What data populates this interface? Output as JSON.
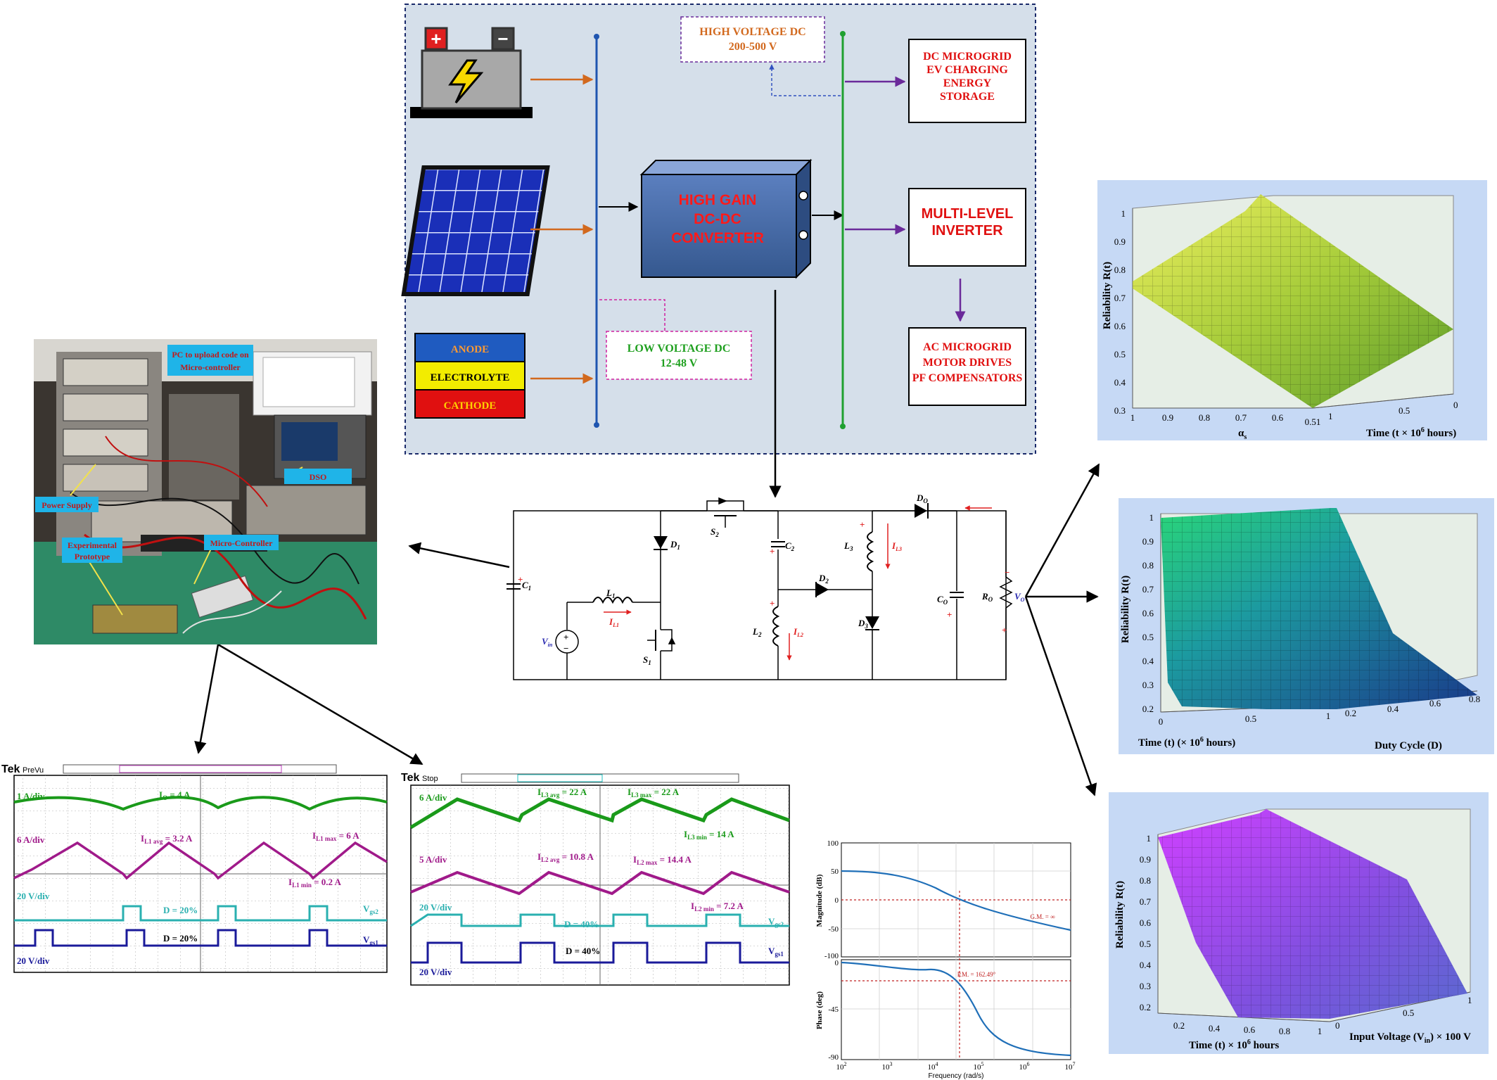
{
  "block_diagram": {
    "high_voltage_dc": {
      "line1": "HIGH VOLTAGE DC",
      "line2": "200-500 V"
    },
    "low_voltage_dc": {
      "line1": "LOW VOLTAGE DC",
      "line2": "12-48 V"
    },
    "converter": {
      "line1": "HIGH GAIN",
      "line2": "DC-DC",
      "line3": "CONVERTER"
    },
    "dc_microgrid": {
      "line1": "DC MICROGRID",
      "line2": "EV CHARGING",
      "line3": "ENERGY",
      "line4": "STORAGE"
    },
    "inverter": {
      "line1": "MULTI-LEVEL",
      "line2": "INVERTER"
    },
    "ac_microgrid": {
      "line1": "AC MICROGRID",
      "line2": "MOTOR DRIVES",
      "line3": "PF COMPENSATORS"
    },
    "fuel_cell": {
      "anode": "ANODE",
      "electrolyte": "ELECTROLYTE",
      "cathode": "CATHODE"
    },
    "battery": {
      "plus": "+",
      "minus": "−"
    }
  },
  "circuit": {
    "c1": "C",
    "c1_sub": "1",
    "l1": "L",
    "l1_sub": "1",
    "il1": "I",
    "il1_sub": "L1",
    "vin": "V",
    "vin_sub": "in",
    "s1": "S",
    "s1_sub": "1",
    "d1": "D",
    "d1_sub": "1",
    "s2": "S",
    "s2_sub": "2",
    "c2": "C",
    "c2_sub": "2",
    "l2": "L",
    "l2_sub": "2",
    "il2": "I",
    "il2_sub": "L2",
    "d2": "D",
    "d2_sub": "2",
    "l3": "L",
    "l3_sub": "3",
    "il3": "I",
    "il3_sub": "L3",
    "d3": "D",
    "d3_sub": "3",
    "do": "D",
    "do_sub": "O",
    "co": "C",
    "co_sub": "O",
    "ro": "R",
    "ro_sub": "O",
    "vo": "V",
    "vo_sub": "O",
    "plus": "+",
    "minus": "−"
  },
  "photo": {
    "pc_label_line1": "PC to upload code on",
    "pc_label_line2": "Micro-controller",
    "dso": "DSO",
    "power_supply": "Power Supply",
    "proto_line1": "Experimental",
    "proto_line2": "Prototype",
    "micro": "Micro-Controller"
  },
  "reliability_plots": [
    {
      "zlabel": "Reliability R(t)",
      "ticks_z": [
        "1",
        "0.9",
        "0.8",
        "0.7",
        "0.6",
        "0.5",
        "0.4",
        "0.3"
      ],
      "ticks_x": [
        "1",
        "0.9",
        "0.8",
        "0.7",
        "0.6",
        "0.51"
      ],
      "xlabel": "α",
      "xlabel_sub": "s",
      "ticks_y": [
        "1",
        "0.5",
        "0"
      ],
      "ylabel": "Time  (t × 10",
      "ylabel_sup": "6",
      "ylabel_end": " hours)"
    },
    {
      "zlabel": "Reliability R(t)",
      "ticks_z": [
        "1",
        "0.9",
        "0.8",
        "0.7",
        "0.6",
        "0.5",
        "0.4",
        "0.3",
        "0.2"
      ],
      "ticks_x": [
        "0",
        "0.5",
        "1"
      ],
      "xlabel": "Time (t) (× 10",
      "xlabel_sup": "6",
      "xlabel_end": " hours)",
      "ticks_y": [
        "0.2",
        "0.4",
        "0.6",
        "0.8"
      ],
      "ylabel": "Duty Cycle (D)"
    },
    {
      "zlabel": "Reliability R(t)",
      "ticks_z": [
        "1",
        "0.9",
        "0.8",
        "0.7",
        "0.6",
        "0.5",
        "0.4",
        "0.3",
        "0.2"
      ],
      "ticks_x": [
        "0.2",
        "0.4",
        "0.6",
        "0.8",
        "1"
      ],
      "xlabel": "Time (t) × 10",
      "xlabel_sup": "6",
      "xlabel_end": " hours",
      "ticks_y": [
        "0",
        "0.5",
        "1"
      ],
      "ylabel": "Input Voltage (V",
      "ylabel_sub": "in",
      "ylabel_end": ") × 100 V"
    }
  ],
  "scope1": {
    "brand": "Tek",
    "mode": "PreVu",
    "ch1": "1 A/div",
    "io": "I",
    "io_sub": "O",
    "io_val": " = 4 A",
    "ch2": "6 A/div",
    "il1avg": "I",
    "il1avg_sub": "L1 avg",
    "il1avg_val": " = 3.2 A",
    "il1max": "I",
    "il1max_sub": "L1 max",
    "il1max_val": " = 6 A",
    "il1min": "I",
    "il1min_sub": "L1 min",
    "il1min_val": " = 0.2 A",
    "ch3": "20 V/div",
    "d_cyan": "D = 20%",
    "vgs2": "V",
    "vgs2_sub": "gs2",
    "d_blue": "D = 20%",
    "ch4": "20 V/div",
    "vgs1": "V",
    "vgs1_sub": "gs1"
  },
  "scope2": {
    "brand": "Tek",
    "mode": "Stop",
    "ch1": "6 A/div",
    "il3avg": "I",
    "il3avg_sub": "L3 avg",
    "il3avg_val": " = 22 A",
    "il3max": "I",
    "il3max_sub": "L3 max",
    "il3max_val": " = 22 A",
    "il3min": "I",
    "il3min_sub": "L3 min",
    "il3min_val": " = 14 A",
    "ch2": "5 A/div",
    "il2avg": "I",
    "il2avg_sub": "L2 avg",
    "il2avg_val": " = 10.8 A",
    "il2max": "I",
    "il2max_sub": "L2 max",
    "il2max_val": " = 14.4 A",
    "il2min": "I",
    "il2min_sub": "L2 min",
    "il2min_val": " = 7.2 A",
    "ch3": "20 V/div",
    "d_cyan": "D = 40%",
    "vgs2": "V",
    "vgs2_sub": "gs2",
    "d_blue": "D = 40%",
    "ch4": "20 V/div",
    "vgs1": "V",
    "vgs1_sub": "gs1"
  },
  "bode": {
    "mag_label": "Magnitude (dB)",
    "phase_label": "Phase (deg)",
    "mag_ticks": [
      "100",
      "50",
      "0",
      "-50",
      "-100"
    ],
    "phase_ticks": [
      "0",
      "-45",
      "-90"
    ],
    "freq_ticks": [
      "10",
      "10",
      "10",
      "10",
      "10",
      "10"
    ],
    "freq_sups": [
      "2",
      "3",
      "4",
      "5",
      "6",
      "7"
    ],
    "xlabel": "Frequency  (rad/s)",
    "gm": "G.M. = ∞",
    "pm": "P.M. = 162.49°"
  }
}
